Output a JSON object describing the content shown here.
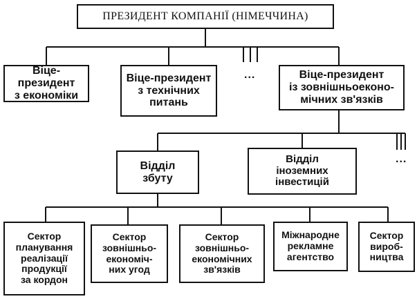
{
  "diagram": {
    "root": "ПРЕЗИДЕНТ КОМПАНІЇ (НІМЕЧЧИНА)",
    "vice_presidents": [
      "Віце-президент\nз економіки",
      "Віце-президент\nз технічних\nпитань",
      "Віце-президент\nіз зовнішньоеконо-\nмічних зв'язків"
    ],
    "departments": [
      "Відділ\nзбуту",
      "Відділ\nіноземних\nінвестицій"
    ],
    "sectors": [
      "Сектор\nпланування\nреалізації\nпродукції\nза кордон",
      "Сектор\nзовнішньо-\nекономіч-\nних угод",
      "Сектор\nзовнішньо-\nекономічних\nзв'язків",
      "Міжнародне\nрекламне\nагентство",
      "Сектор\nвироб-\nництва"
    ],
    "ellipsis": "..."
  }
}
